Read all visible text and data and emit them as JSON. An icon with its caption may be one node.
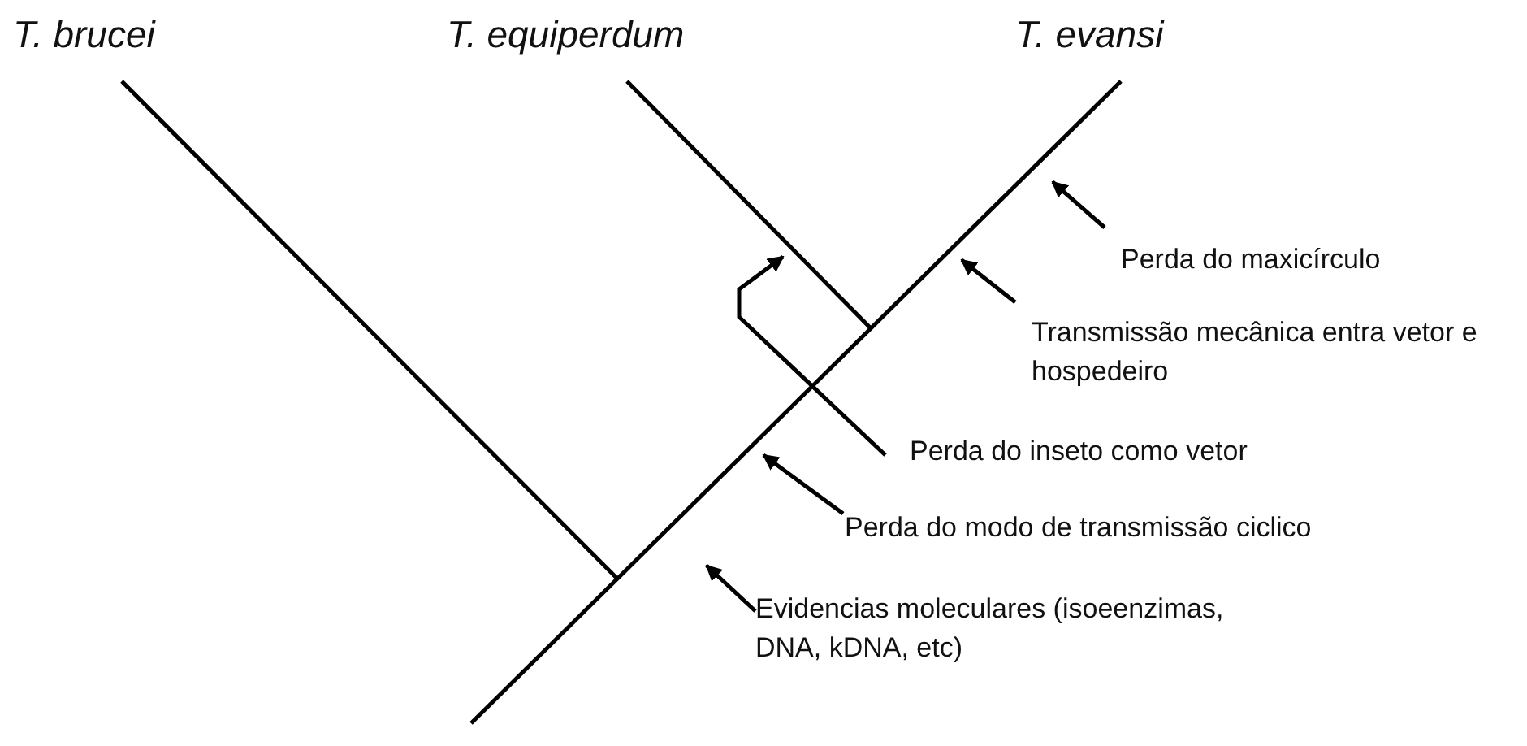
{
  "diagram": {
    "nodes": [
      {
        "text": [
          "Perda do maxicírculo"
        ]
      },
      {
        "text": [
          "Transmissão mecânica entra vetor e hospedeiro"
        ]
      },
      {
        "text": [
          "Perda do inseto como vetor"
        ]
      },
      {
        "text": [
          "Perda do modo de transmissão ciclico"
        ]
      },
      {
        "text": [
          "Evidencias moleculares (isoeenzimas, DNA, kDNA, etc)"
        ]
      }
    ],
    "edges": [
      {
        "from": 0,
        "to": null,
        "arrow": "to"
      },
      {
        "from": 1,
        "to": null,
        "arrow": "to"
      },
      {
        "from": 2,
        "to": null,
        "arrow": "to"
      },
      {
        "from": 3,
        "to": null,
        "arrow": "to"
      },
      {
        "from": 4,
        "to": null,
        "arrow": "to"
      }
    ],
    "labels": [
      "T. brucei",
      "T. equiperdum",
      "T. evansi"
    ]
  }
}
